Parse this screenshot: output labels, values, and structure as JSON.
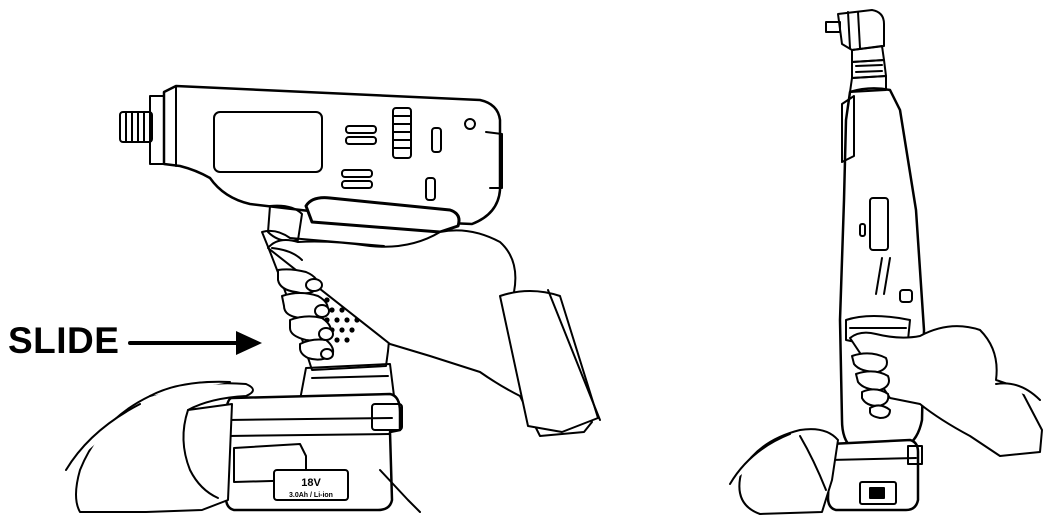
{
  "labels": {
    "slide": "SLIDE"
  },
  "battery_left": {
    "voltage": "18V",
    "spec": "3.0Ah / Li-ion"
  }
}
